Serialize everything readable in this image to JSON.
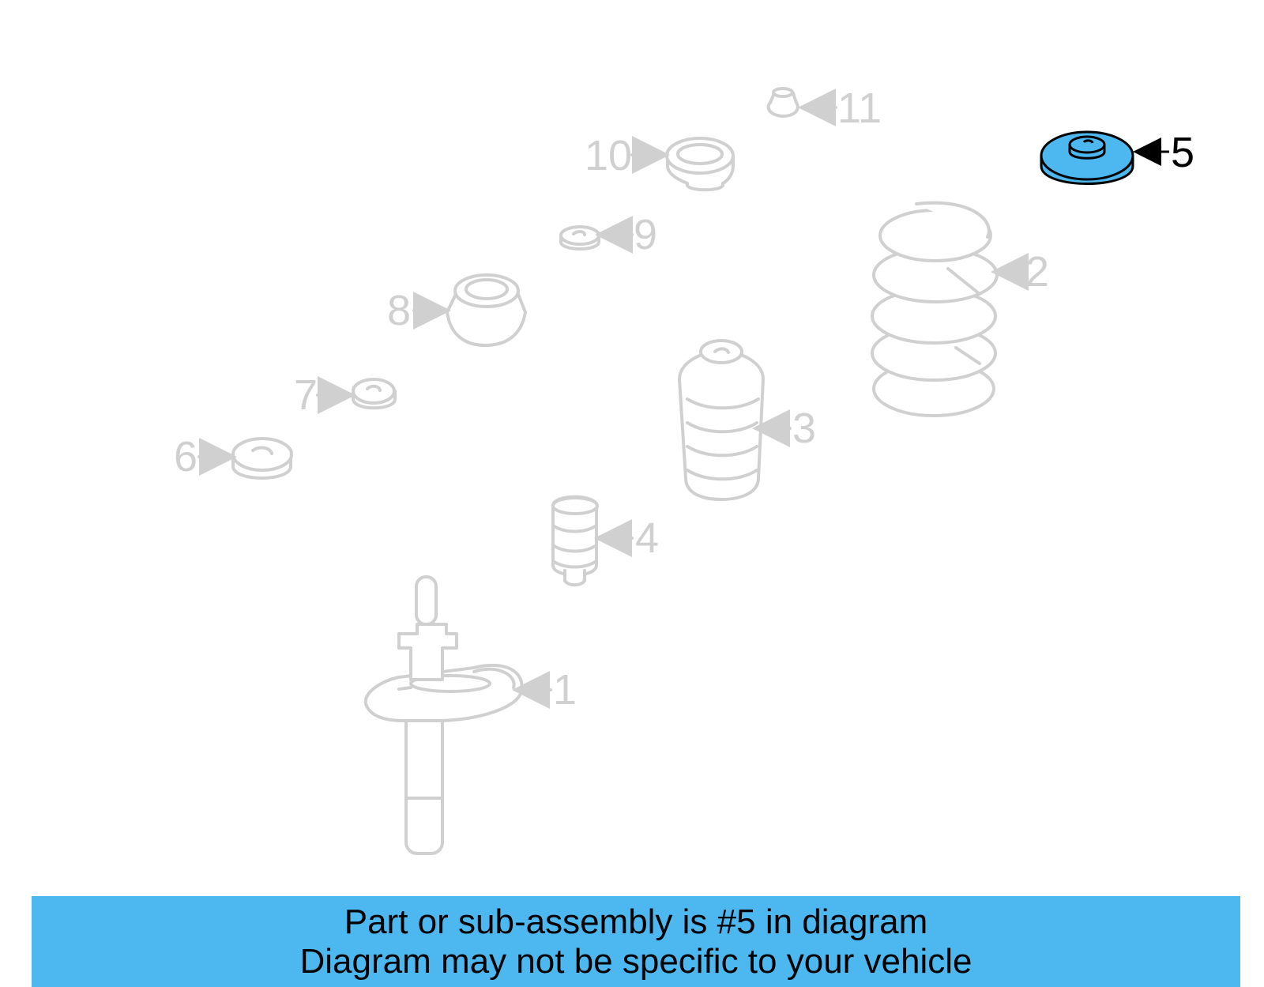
{
  "diagram": {
    "highlighted_part": "5",
    "colors": {
      "muted_line": "#d0d0d0",
      "highlight_fill": "#4db8f0",
      "highlight_line": "#000000",
      "banner_bg": "#4db8f0"
    },
    "parts": [
      {
        "number": "1",
        "icon": "strut-assembly-icon"
      },
      {
        "number": "2",
        "icon": "coil-spring-icon"
      },
      {
        "number": "3",
        "icon": "dust-boot-icon"
      },
      {
        "number": "4",
        "icon": "bump-stop-icon"
      },
      {
        "number": "5",
        "icon": "spring-seat-icon"
      },
      {
        "number": "6",
        "icon": "washer-icon"
      },
      {
        "number": "7",
        "icon": "insulator-icon"
      },
      {
        "number": "8",
        "icon": "strut-mount-icon"
      },
      {
        "number": "9",
        "icon": "nut-icon"
      },
      {
        "number": "10",
        "icon": "bearing-icon"
      },
      {
        "number": "11",
        "icon": "cap-icon"
      }
    ]
  },
  "banner": {
    "line1": "Part or sub-assembly is #5 in diagram",
    "line2": "Diagram may not be specific to your vehicle"
  }
}
